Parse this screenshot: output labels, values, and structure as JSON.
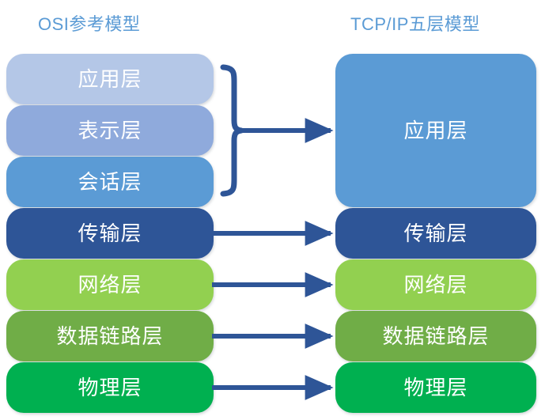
{
  "titles": {
    "left": "OSI参考模型",
    "right": "TCP/IP五层模型"
  },
  "colors": {
    "title_blue": "#5B9BD5",
    "connector_blue": "#2E5597",
    "background": "#FFFFFF",
    "osi_application": "#B4C7E7",
    "osi_presentation": "#8FAADC",
    "osi_session": "#5B9BD5",
    "transport": "#2E5597",
    "network": "#92D050",
    "datalink": "#70AD47",
    "physical": "#00B050"
  },
  "osi_layers": [
    {
      "label": "应用层",
      "color_key": "osi_application"
    },
    {
      "label": "表示层",
      "color_key": "osi_presentation"
    },
    {
      "label": "会话层",
      "color_key": "osi_session"
    },
    {
      "label": "传输层",
      "color_key": "transport"
    },
    {
      "label": "网络层",
      "color_key": "network"
    },
    {
      "label": "数据链路层",
      "color_key": "datalink"
    },
    {
      "label": "物理层",
      "color_key": "physical"
    }
  ],
  "tcpip_layers": [
    {
      "label": "应用层",
      "color_key": "osi_session",
      "spans_osi_layers": 3
    },
    {
      "label": "传输层",
      "color_key": "transport",
      "spans_osi_layers": 1
    },
    {
      "label": "网络层",
      "color_key": "network",
      "spans_osi_layers": 1
    },
    {
      "label": "数据链路层",
      "color_key": "datalink",
      "spans_osi_layers": 1
    },
    {
      "label": "物理层",
      "color_key": "physical",
      "spans_osi_layers": 1
    }
  ],
  "connectors": [
    {
      "type": "brace-arrow",
      "from": [
        "应用层",
        "表示层",
        "会话层"
      ],
      "to": "应用层"
    },
    {
      "type": "arrow",
      "from": "传输层",
      "to": "传输层"
    },
    {
      "type": "arrow",
      "from": "网络层",
      "to": "网络层"
    },
    {
      "type": "arrow",
      "from": "数据链路层",
      "to": "数据链路层"
    },
    {
      "type": "arrow",
      "from": "物理层",
      "to": "物理层"
    }
  ]
}
